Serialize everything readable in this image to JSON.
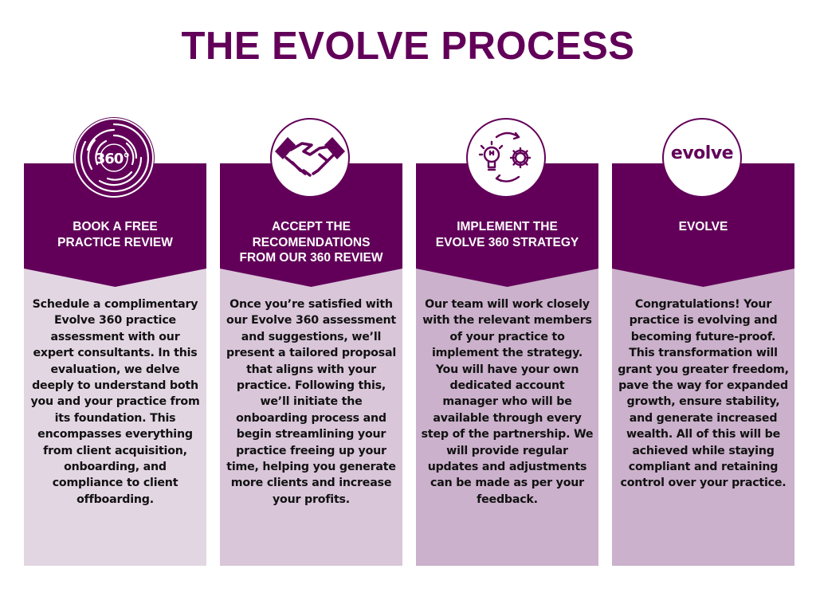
{
  "page": {
    "title": "THE EVOLVE PROCESS",
    "colors": {
      "brand_purple": "#620059",
      "step1_bg": "#e3d6e3",
      "step2_bg": "#d9c6d9",
      "step3_bg": "#cbb1cb",
      "step4_bg": "#cbb1cb",
      "body_text": "#111111",
      "heading_text": "#ffffff"
    }
  },
  "steps": [
    {
      "icon": "360-degree-icon",
      "icon_text": "360°",
      "heading": "BOOK A FREE\nPRACTICE REVIEW",
      "description": "Schedule a complimentary Evolve 360 practice assessment with our expert consultants. In this evaluation, we delve deeply to understand both you and your practice from its foundation. This encompasses everything from client acquisition, onboarding, and compliance to client offboarding."
    },
    {
      "icon": "handshake-icon",
      "heading": "ACCEPT THE\nRECOMENDATIONS\nFROM OUR 360 REVIEW",
      "description": "Once you’re satisfied with our Evolve 360 assessment and suggestions, we’ll present a tailored proposal that aligns with your practice. Following this, we’ll initiate the onboarding process and begin streamlining your practice freeing up your time, helping you generate more clients and increase your profits."
    },
    {
      "icon": "lightbulb-gear-cycle-icon",
      "heading": "IMPLEMENT THE\nEVOLVE 360 STRATEGY",
      "description": "Our team will work closely with the relevant members of your practice to implement the strategy. You will have your own dedicated account manager who will be available through every step of the partnership. We will provide regular updates and adjustments can be made as per your feedback."
    },
    {
      "icon": "evolve-logo-icon",
      "icon_text": "evolve",
      "heading": "EVOLVE",
      "description": "Congratulations! Your practice is evolving and becoming  future-proof.\nThis transformation will grant you greater freedom, pave the way for expanded growth, ensure stability, and generate increased wealth. All of this will be achieved while staying compliant and retaining control over your practice."
    }
  ]
}
